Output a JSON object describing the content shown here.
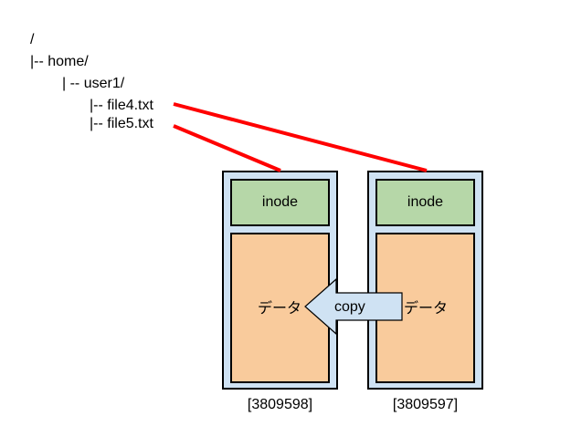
{
  "tree": {
    "root": "/",
    "home": "|-- home/",
    "user": "| -- user1/",
    "file4": "|-- file4.txt",
    "file5": "|-- file5.txt"
  },
  "blocks": [
    {
      "inode_label": "inode",
      "data_label": "データ",
      "inode_number": "[3809598]"
    },
    {
      "inode_label": "inode",
      "data_label": "データ",
      "inode_number": "[3809597]"
    }
  ],
  "copy_arrow": {
    "label": "copy",
    "fill": "#cfe2f3"
  },
  "colors": {
    "link_line": "#ff0000",
    "outer_box": "#cfe2f3",
    "inode_box": "#b6d7a8",
    "data_box": "#f9cb9c"
  }
}
